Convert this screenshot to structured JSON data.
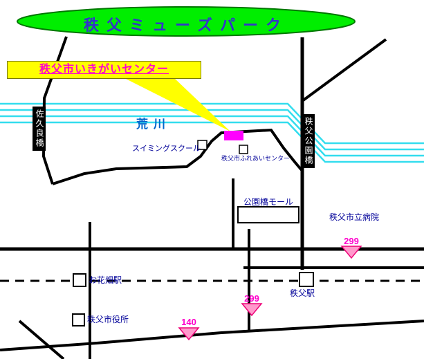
{
  "park": {
    "label": "秩父ミューズパーク"
  },
  "callout": {
    "label": "秩父市いきがいセンター"
  },
  "river": {
    "label": "荒川"
  },
  "bridges": {
    "sakura": {
      "label": "佐久良橋"
    },
    "koen": {
      "label": "秩父公園橋"
    }
  },
  "places": {
    "swimming_school": {
      "label": "スイミングスクール"
    },
    "fureai_center": {
      "label": "秩父市ふれあいセンター"
    },
    "mall": {
      "label": "公園橋モール"
    },
    "hospital": {
      "label": "秩父市立病院"
    },
    "ohanabatake_station": {
      "label": "お花畑駅"
    },
    "chichibu_station": {
      "label": "秩父駅"
    },
    "city_hall": {
      "label": "秩父市役所"
    }
  },
  "routes": {
    "r299_east": {
      "number": "299"
    },
    "r299_south": {
      "number": "299"
    },
    "r140": {
      "number": "140"
    }
  },
  "colors": {
    "park_fill": "#00EE00",
    "park_text": "#3333CC",
    "callout_bg": "#FFFF00",
    "callout_text": "#FF00CC",
    "river": "#33DDEE",
    "river_text": "#0066CC",
    "label_text": "#000099",
    "route_text": "#FF00CC",
    "route_marker_fill": "#FF99CC",
    "route_marker_stroke": "#EE0077",
    "building_highlight": "#FF00FF"
  }
}
